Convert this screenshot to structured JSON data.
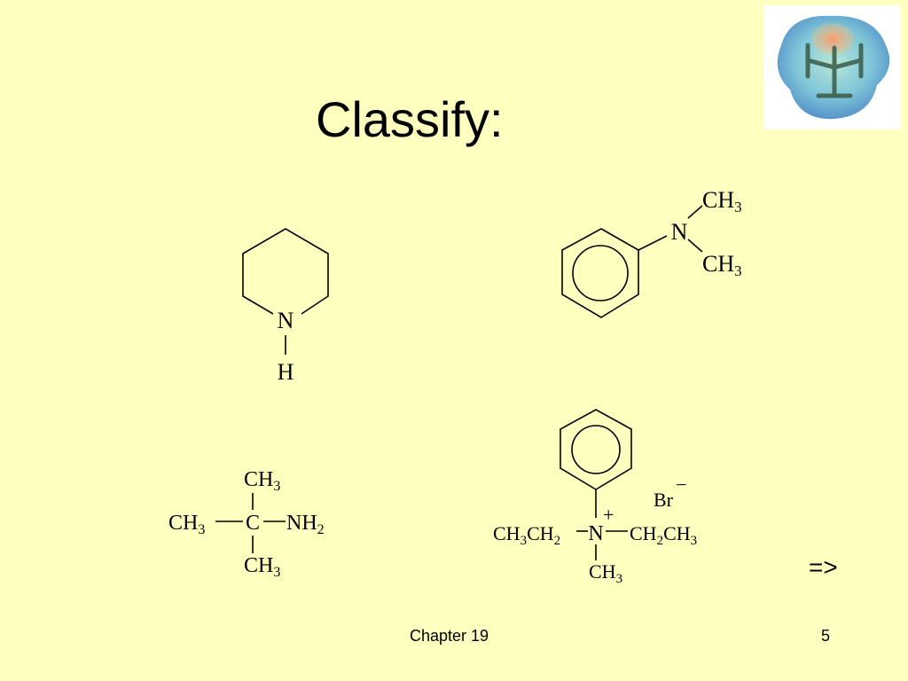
{
  "slide": {
    "title": "Classify:",
    "footer_left": "Chapter 19",
    "footer_right": "5",
    "next_arrow": "=>"
  },
  "structures": {
    "piperidine": {
      "ring_atom": "N",
      "substituent": "H"
    },
    "dimethylaniline": {
      "center": "N",
      "group_top": "CH",
      "group_top_sub": "3",
      "group_bottom": "CH",
      "group_bottom_sub": "3"
    },
    "tert_butylamine": {
      "top": "CH",
      "top_sub": "3",
      "left": "CH",
      "left_sub": "3",
      "center": "C",
      "right": "NH",
      "right_sub": "2",
      "bottom": "CH",
      "bottom_sub": "3"
    },
    "ammonium_salt": {
      "left_a": "CH",
      "left_a_sub": "3",
      "left_b": "CH",
      "left_b_sub": "2",
      "center": "N",
      "charge": "+",
      "right_a": "CH",
      "right_a_sub": "2",
      "right_b": "CH",
      "right_b_sub": "3",
      "bottom": "CH",
      "bottom_sub": "3",
      "counterion": "Br",
      "counterion_charge": "−"
    }
  },
  "colors": {
    "background": "#ffffc0",
    "text": "#000000"
  },
  "thumbnail_icon": "electrostatic-potential-map-icon"
}
